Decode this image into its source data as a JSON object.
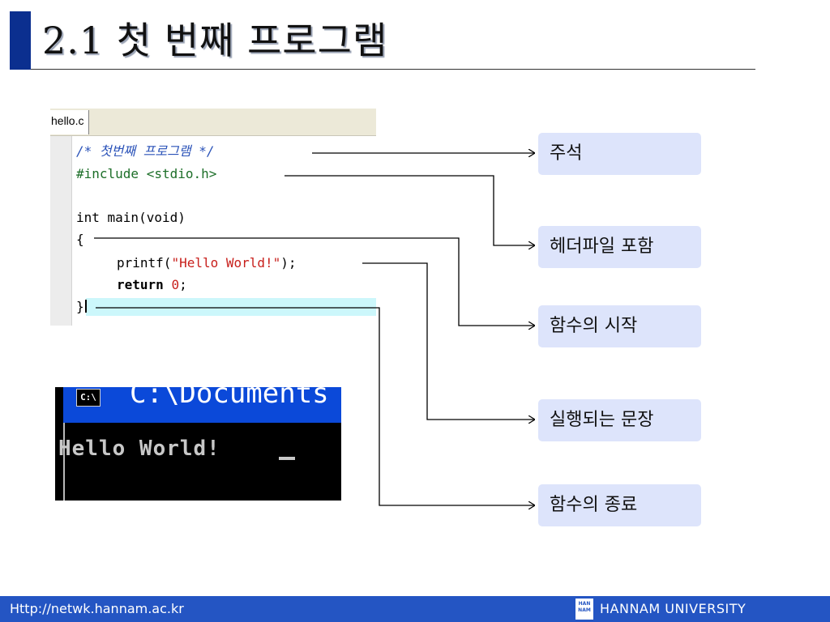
{
  "title": "2.1 첫 번째 프로그램",
  "editor": {
    "tab_label": "hello.c",
    "lines": [
      "/* 첫번째 프로그램 */",
      "#include <stdio.h>",
      "int main(void)",
      "{",
      "printf(",
      "\"Hello World!\"",
      ");",
      "return ",
      "0",
      ";",
      "}"
    ]
  },
  "console": {
    "icon_label": "C:\\",
    "title": "C:\\Documents",
    "output": "Hello World!"
  },
  "callouts": {
    "comment": "주석",
    "header_include": "헤더파일 포함",
    "function_start": "함수의 시작",
    "statement": "실행되는 문장",
    "function_end": "함수의 종료"
  },
  "footer": {
    "url": "Http://netwk.hannam.ac.kr",
    "logo_text": "HAN NAM",
    "university": "HANNAM  UNIVERSITY"
  },
  "colors": {
    "title_bar": "#0b2f8f",
    "footer": "#2455c3",
    "callout_bg": "#dde4fb",
    "comment": "#2a52b8",
    "preprocessor": "#1c6e28",
    "string": "#c8201c",
    "console_title_bar": "#0b49d9"
  }
}
